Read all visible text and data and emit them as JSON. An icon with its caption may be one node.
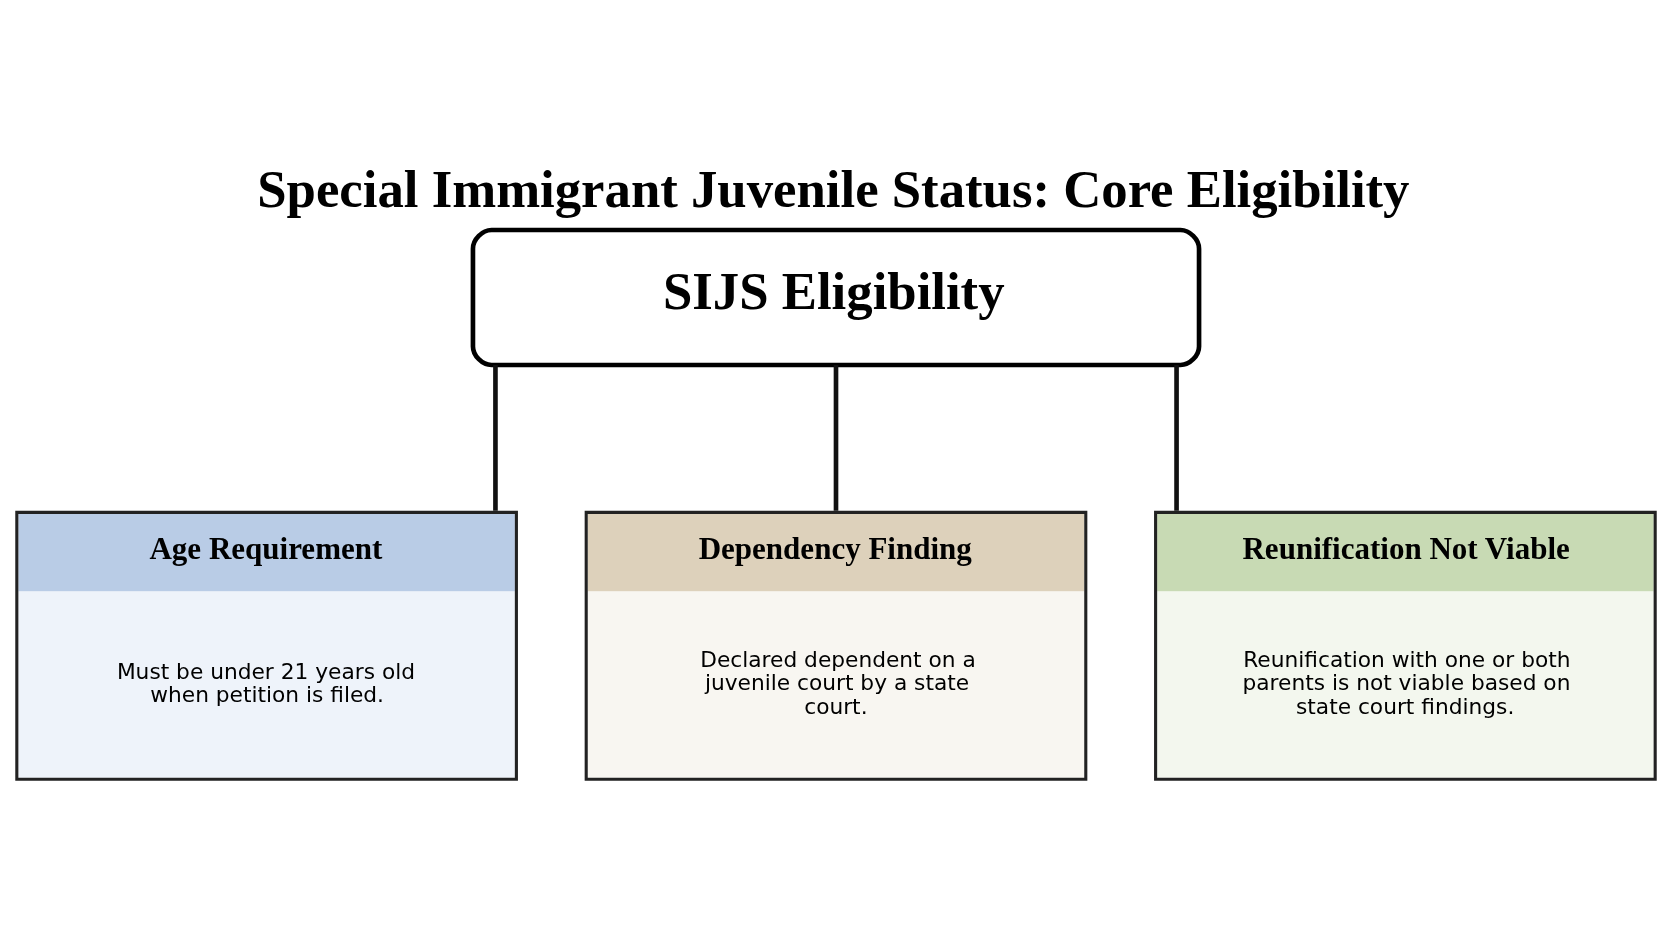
{
  "diagram": {
    "title": "Special Immigrant Juvenile Status: Core Eligibility",
    "nodes": [
      {
        "text": [
          "SIJS Eligibility"
        ]
      },
      {
        "text": [
          "Age Requirement",
          "Must be under 21 years old when petition is filed."
        ]
      },
      {
        "text": [
          "Dependency Finding",
          "Declared dependent on a juvenile court by a state court."
        ]
      },
      {
        "text": [
          "Reunification Not Viable",
          "Reunification with one or both parents is not viable based on state court findings."
        ]
      }
    ],
    "edges": [
      {
        "from": 0,
        "to": 1,
        "arrow": "none"
      },
      {
        "from": 0,
        "to": 2,
        "arrow": "none"
      },
      {
        "from": 0,
        "to": 3,
        "arrow": "none"
      }
    ]
  }
}
